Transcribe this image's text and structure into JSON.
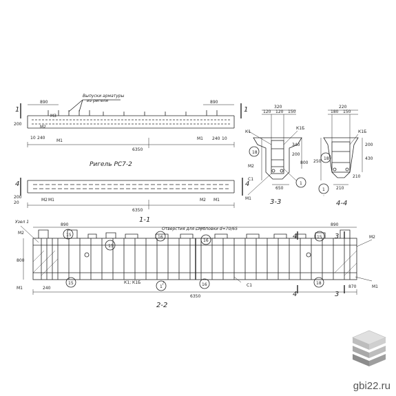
{
  "drawing": {
    "title": "Ригель РС7-2",
    "callout_top": [
      "Выпуски арматуры",
      "из ригеля"
    ],
    "section_1_1": "1-1",
    "section_2_2": "2-2",
    "section_3_3": "3-3",
    "section_4_4": "4-4",
    "node_label": "Узел 1",
    "holes_note": "Отверстия для строповки d=70/65"
  },
  "plan": {
    "marks": [
      "1",
      "1",
      "890",
      "890",
      "6350",
      "М1",
      "М2",
      "М3",
      "М1",
      "200",
      "10",
      "240",
      "240",
      "10"
    ]
  },
  "plan2": {
    "marks": [
      "4",
      "4",
      "6350",
      "М2",
      "М2",
      "М1",
      "М1",
      "200",
      "20"
    ]
  },
  "elevation": {
    "marks": [
      "890",
      "890",
      "6350",
      "М2",
      "М2",
      "М1",
      "М1",
      "800",
      "240",
      "К1; К1Б",
      "С1",
      "3",
      "3",
      "4",
      "4",
      "870"
    ],
    "circles": [
      "15",
      "15",
      "15",
      "16",
      "16",
      "16",
      "15",
      "18",
      "1"
    ]
  },
  "section33": {
    "marks": [
      "320",
      "120",
      "120",
      "150",
      "К1",
      "К1Б",
      "М2",
      "С1",
      "М1",
      "650",
      "800",
      "200",
      "340"
    ],
    "circles": [
      "18",
      "1"
    ]
  },
  "section44": {
    "marks": [
      "220",
      "180",
      "150",
      "К1Б",
      "250",
      "210",
      "210",
      "200",
      "430"
    ],
    "circles": [
      "18",
      "1"
    ]
  },
  "brand": {
    "text": "gbi22.ru"
  },
  "colors": {
    "ink": "#222222",
    "logo_top": "#cfcfcf",
    "logo_mid": "#a9a9a9",
    "logo_bot": "#8c8c8c"
  }
}
